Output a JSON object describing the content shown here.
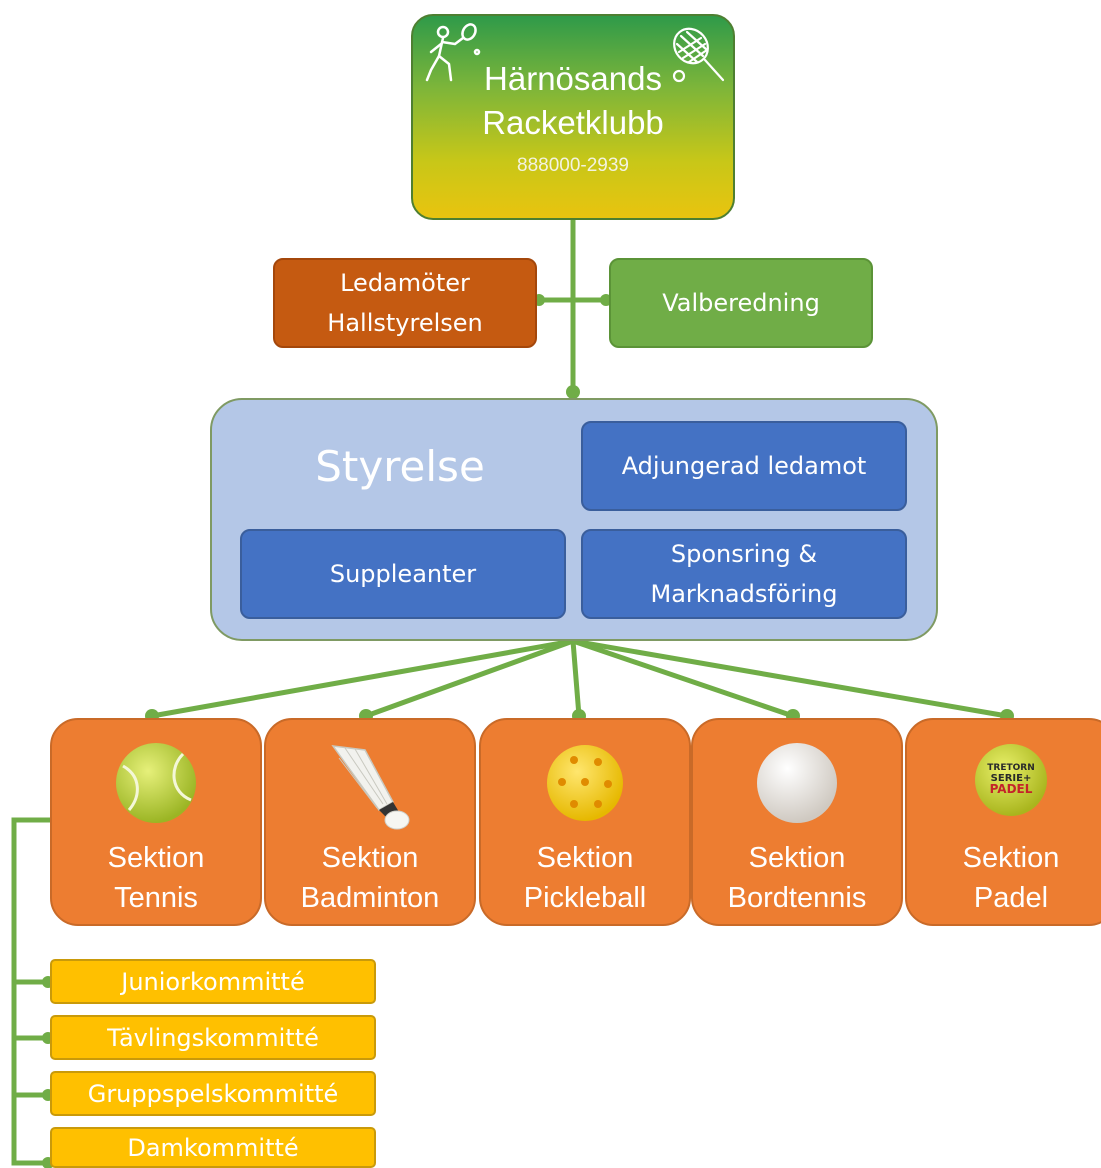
{
  "club": {
    "name_line1": "Härnösands",
    "name_line2": "Racketklubb",
    "org_number": "888000-2939"
  },
  "side_boxes": {
    "ledamoter_line1": "Ledamöter",
    "ledamoter_line2": "Hallstyrelsen",
    "valberedning": "Valberedning"
  },
  "styrelse": {
    "title": "Styrelse",
    "adjungerad": "Adjungerad ledamot",
    "suppleanter": "Suppleanter",
    "sponsring_line1": "Sponsring &",
    "sponsring_line2": "Marknadsföring"
  },
  "sections": [
    {
      "line1": "Sektion",
      "line2": "Tennis",
      "icon": "tennis-ball-icon"
    },
    {
      "line1": "Sektion",
      "line2": "Badminton",
      "icon": "shuttlecock-icon"
    },
    {
      "line1": "Sektion",
      "line2": "Pickleball",
      "icon": "pickleball-icon"
    },
    {
      "line1": "Sektion",
      "line2": "Bordtennis",
      "icon": "ping-pong-ball-icon"
    },
    {
      "line1": "Sektion",
      "line2": "Padel",
      "icon": "padel-ball-icon"
    }
  ],
  "padel_ball_print": {
    "line1": "TRETORN",
    "line2": "SERIE+",
    "line3": "PADEL"
  },
  "committees": [
    "Juniorkommitté",
    "Tävlingskommitté",
    "Gruppspelskommitté",
    "Damkommitté"
  ],
  "colors": {
    "connector": "#70ad47",
    "section": "#ed7d31",
    "styrelse_bg": "#b4c7e7",
    "blue_box": "#4472c4",
    "committee": "#ffc000",
    "ledamoter": "#c55a11",
    "valberedning": "#70ad47"
  }
}
